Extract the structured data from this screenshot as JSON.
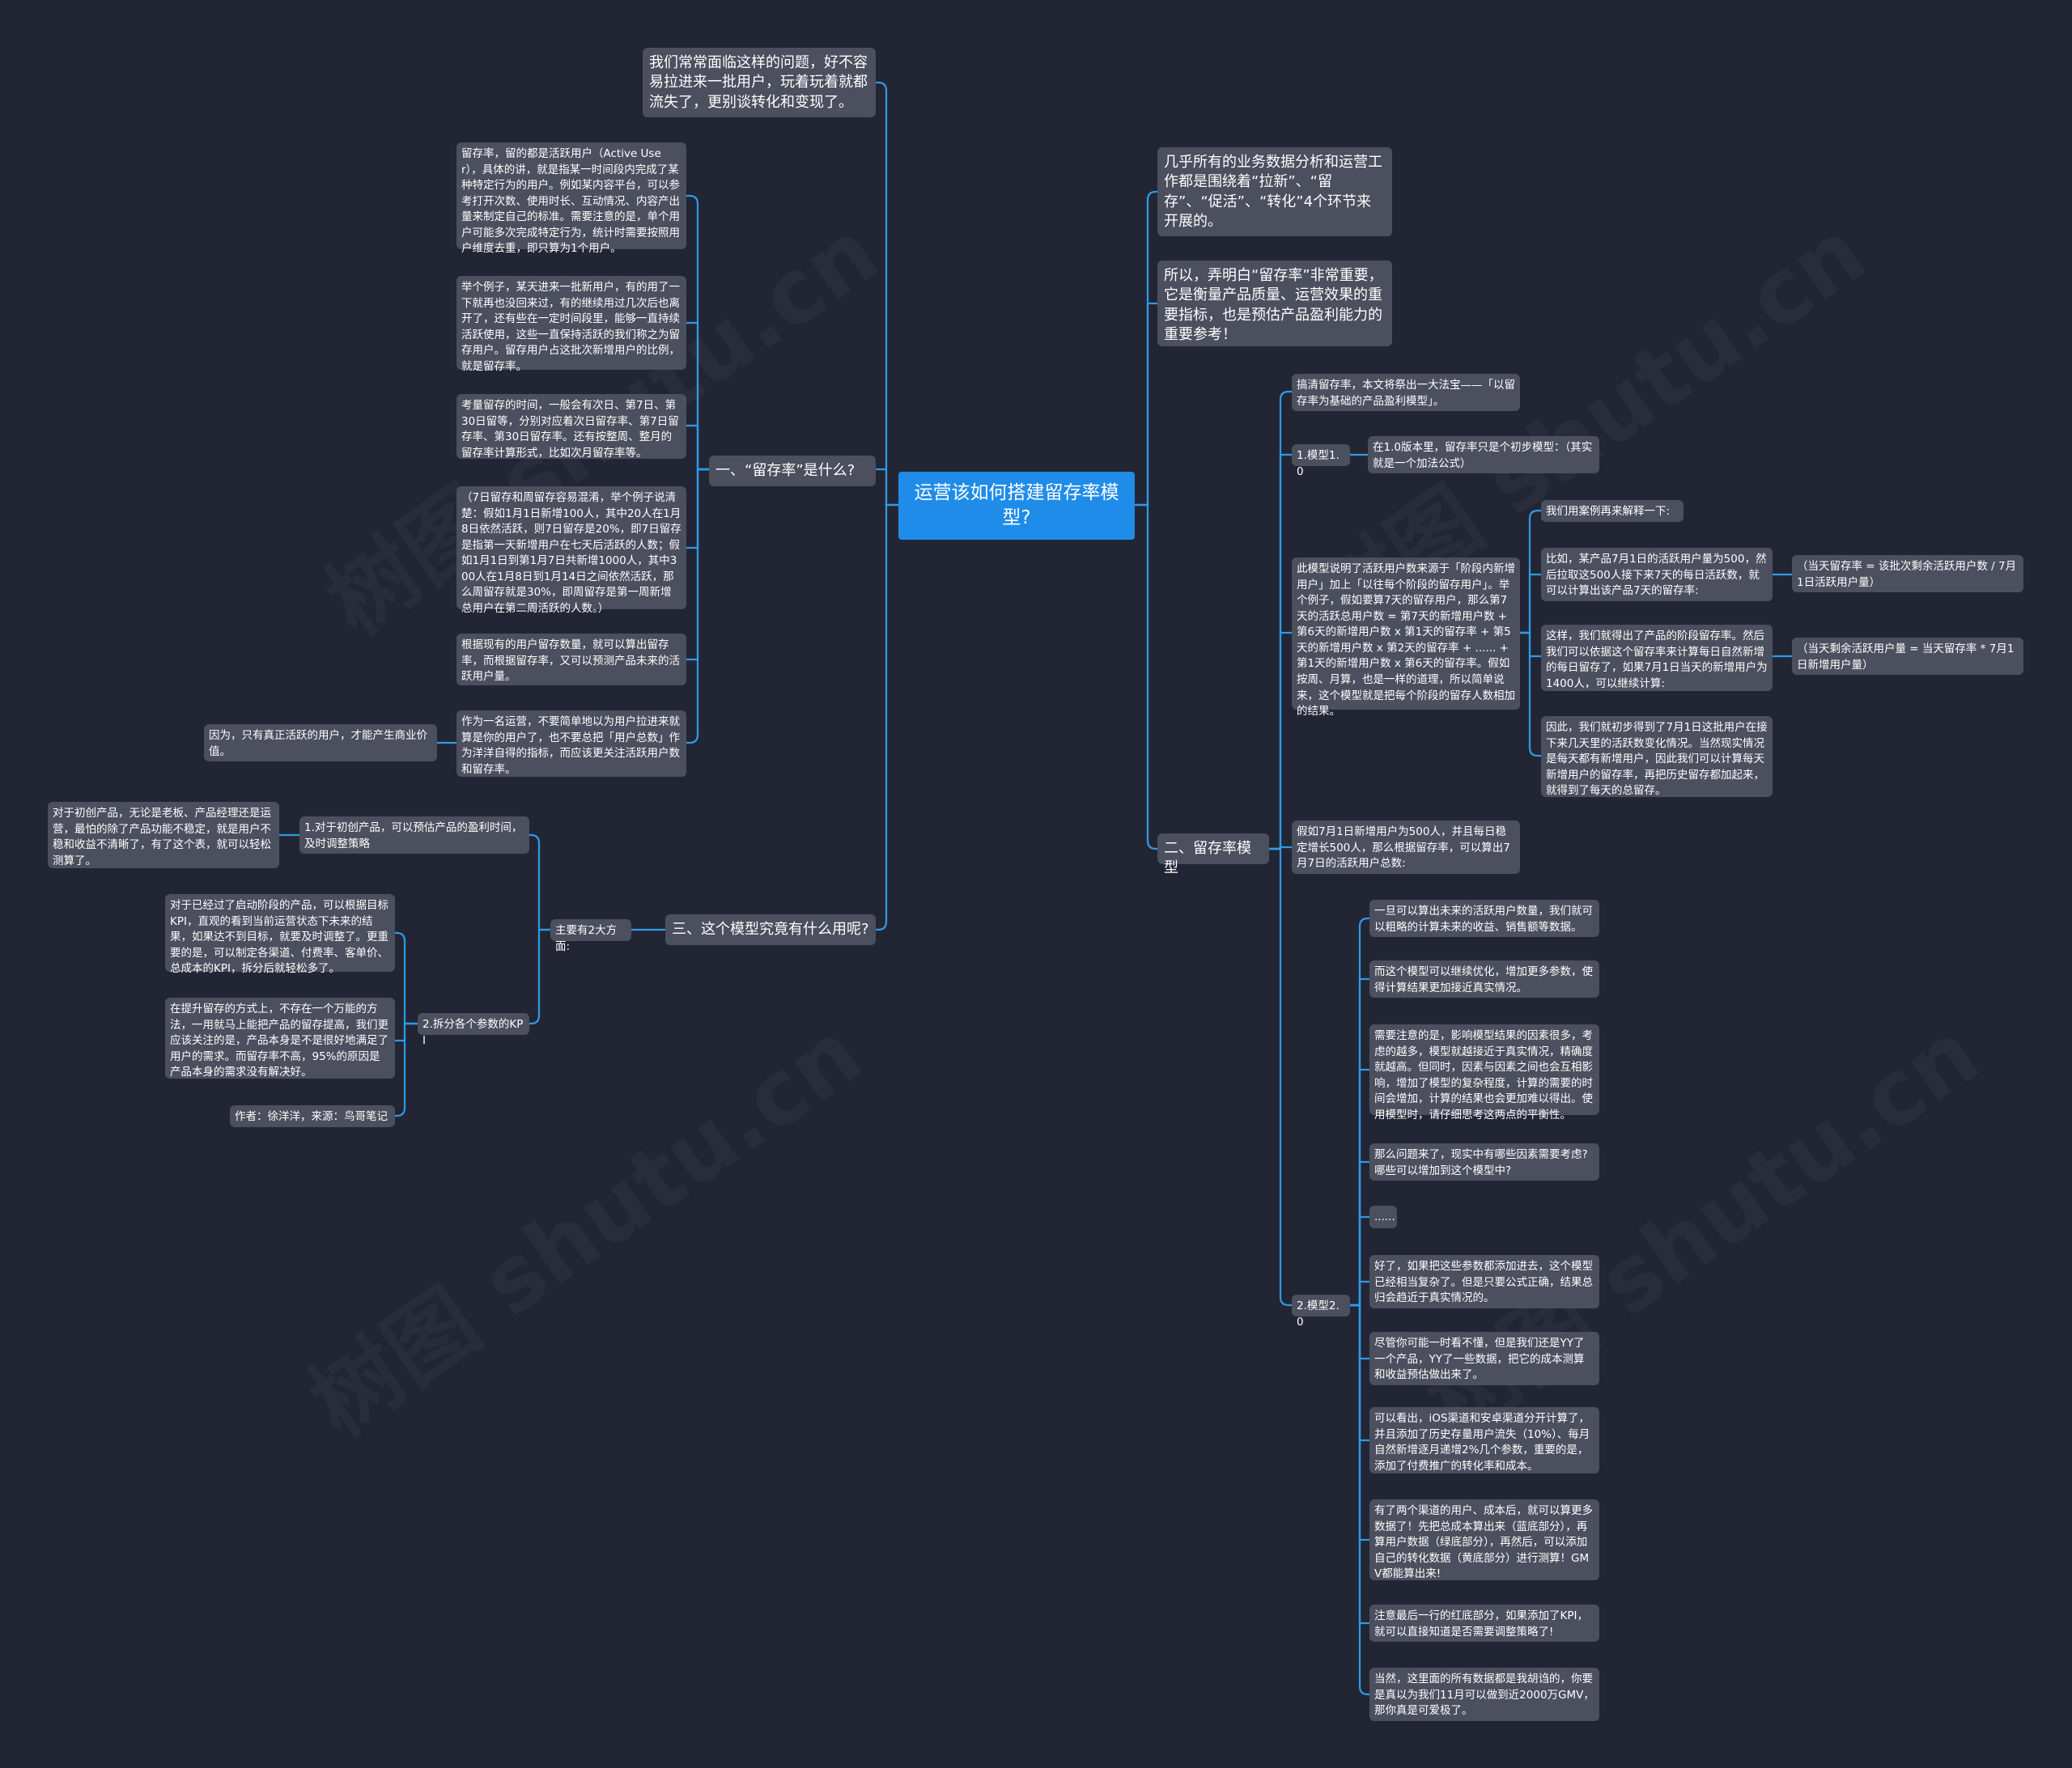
{
  "watermark": "树图 shutu.cn",
  "root": "运营该如何搭建留存率模型?",
  "left": {
    "intro": "我们常常面临这样的问题，好不容易拉进来一批用户，玩着玩着就都流失了，更别谈转化和变现了。",
    "sec1": {
      "title": "一、“留存率”是什么?",
      "items": [
        "留存率，留的都是活跃用户（Active User），具体的讲，就是指某一时间段内完成了某种特定行为的用户。例如某内容平台，可以参考打开次数、使用时长、互动情况、内容产出量来制定自己的标准。需要注意的是，单个用户可能多次完成特定行为，统计时需要按照用户维度去重，即只算为1个用户。",
        "举个例子，某天进来一批新用户，有的用了一下就再也没回来过，有的继续用过几次后也离开了，还有些在一定时间段里，能够一直持续活跃使用，这些一直保持活跃的我们称之为留存用户。留存用户占这批次新增用户的比例，就是留存率。",
        "考量留存的时间，一般会有次日、第7日、第30日留等，分别对应着次日留存率、第7日留存率、第30日留存率。还有按整周、整月的留存率计算形式，比如次月留存率等。",
        "（7日留存和周留存容易混淆，举个例子说清楚：假如1月1日新增100人，其中20人在1月8日依然活跃，则7日留存是20%，即7日留存是指第一天新增用户在七天后活跃的人数；假如1月1日到第1月7日共新增1000人，其中300人在1月8日到1月14日之间依然活跃，那么周留存就是30%，即周留存是第一周新增总用户在第二周活跃的人数。）",
        "根据现有的用户留存数量，就可以算出留存率，而根据留存率，又可以预测产品未来的活跃用户量。",
        "作为一名运营，不要简单地以为用户拉进来就算是你的用户了，也不要总把「用户总数」作为洋洋自得的指标，而应该更关注活跃用户数和留存率。"
      ],
      "sub_note": "因为，只有真正活跃的用户，才能产生商业价值。"
    },
    "sec3": {
      "title": "三、这个模型究竟有什么用呢?",
      "main_aspects": "主要有2大方面:",
      "a1": "1.对于初创产品，可以预估产品的盈利时间，及时调整策略",
      "a1_detail": "对于初创产品，无论是老板、产品经理还是运营，最怕的除了产品功能不稳定，就是用户不稳和收益不清晰了，有了这个表，就可以轻松测算了。",
      "a2": "2.拆分各个参数的KPI",
      "a2_details": [
        "对于已经过了启动阶段的产品，可以根据目标KPI，直观的看到当前运营状态下未来的结果，如果达不到目标，就要及时调整了。更重要的是，可以制定各渠道、付费率、客单价、总成本的KPI，拆分后就轻松多了。",
        "在提升留存的方式上，不存在一个万能的方法，一用就马上能把产品的留存提高，我们更应该关注的是，产品本身是不是很好地满足了用户的需求。而留存率不高，95%的原因是产品本身的需求没有解决好。",
        "作者：徐洋洋，来源：鸟哥笔记"
      ]
    }
  },
  "right": {
    "intro1": "几乎所有的业务数据分析和运营工作都是围绕着“拉新”、“留存”、“促活”、“转化”4个环节来开展的。",
    "intro2": "所以，弄明白“留存率”非常重要，它是衡量产品质量、运营效果的重要指标，也是预估产品盈利能力的重要参考！",
    "sec2": {
      "title": "二、留存率模型",
      "lead": "搞清留存率，本文将祭出一大法宝——「以留存率为基础的产品盈利模型」。",
      "m1": "1.模型1.0",
      "m1_desc": "在1.0版本里，留存率只是个初步模型：（其实就是一个加法公式）",
      "explain": "此模型说明了活跃用户数来源于「阶段内新增用户」加上「以往每个阶段的留存用户」。举个例子，假如要算7天的留存用户，那么第7天的活跃总用户数 = 第7天的新增用户数 + 第6天的新增用户数 x 第1天的留存率 + 第5天的新增用户数 x 第2天的留存率 + ...... + 第1天的新增用户数 x 第6天的留存率。假如按周、月算，也是一样的道理，所以简单说来，这个模型就是把每个阶段的留存人数相加的结果。",
      "case_intro": "我们用案例再来解释一下:",
      "case1": "比如，某产品7月1日的活跃用户量为500，然后拉取这500人接下来7天的每日活跃数，就可以计算出该产品7天的留存率:",
      "formula1": "（当天留存率 = 该批次剩余活跃用户数 / 7月1日活跃用户量）",
      "case2": "这样，我们就得出了产品的阶段留存率。然后我们可以依据这个留存率来计算每日自然新增的每日留存了，如果7月1日当天的新增用户为1400人，可以继续计算:",
      "formula2": "（当天剩余活跃用户量 = 当天留存率 * 7月1日新增用户量）",
      "case3": "因此，我们就初步得到了7月1日这批用户在接下来几天里的活跃数变化情况。当然现实情况是每天都有新增用户，因此我们可以计算每天新增用户的留存率，再把历史留存都加起来，就得到了每天的总留存。",
      "assume": "假如7月1日新增用户为500人，并且每日稳定增长500人，那么根据留存率，可以算出7月7日的活跃用户总数:",
      "m2": "2.模型2.0",
      "m2_items": [
        "一旦可以算出未来的活跃用户数量，我们就可以粗略的计算未来的收益、销售额等数据。",
        "而这个模型可以继续优化，增加更多参数，使得计算结果更加接近真实情况。",
        "需要注意的是，影响模型结果的因素很多，考虑的越多，模型就越接近于真实情况，精确度就越高。但同时，因素与因素之间也会互相影响，增加了模型的复杂程度，计算的需要的时间会增加，计算的结果也会更加难以得出。使用模型时，请仔细思考这两点的平衡性。",
        "那么问题来了，现实中有哪些因素需要考虑?哪些可以增加到这个模型中?",
        "......",
        "好了，如果把这些参数都添加进去，这个模型已经相当复杂了。但是只要公式正确，结果总归会趋近于真实情况的。",
        "尽管你可能一时看不懂，但是我们还是YY了一个产品，YY了一些数据，把它的成本测算和收益预估做出来了。",
        "可以看出，iOS渠道和安卓渠道分开计算了，并且添加了历史存量用户流失（10%）、每月自然新增逐月递增2%几个参数，重要的是，添加了付费推广的转化率和成本。",
        "有了两个渠道的用户、成本后，就可以算更多数据了！先把总成本算出来（蓝底部分），再算用户数据（绿底部分），再然后，可以添加自己的转化数据（黄底部分）进行测算！GMV都能算出来!",
        "注意最后一行的红底部分，如果添加了KPI，就可以直接知道是否需要调整策略了!",
        "当然，这里面的所有数据都是我胡诌的，你要是真以为我们11月可以做到近2000万GMV，那你真是可爱极了。"
      ]
    }
  }
}
